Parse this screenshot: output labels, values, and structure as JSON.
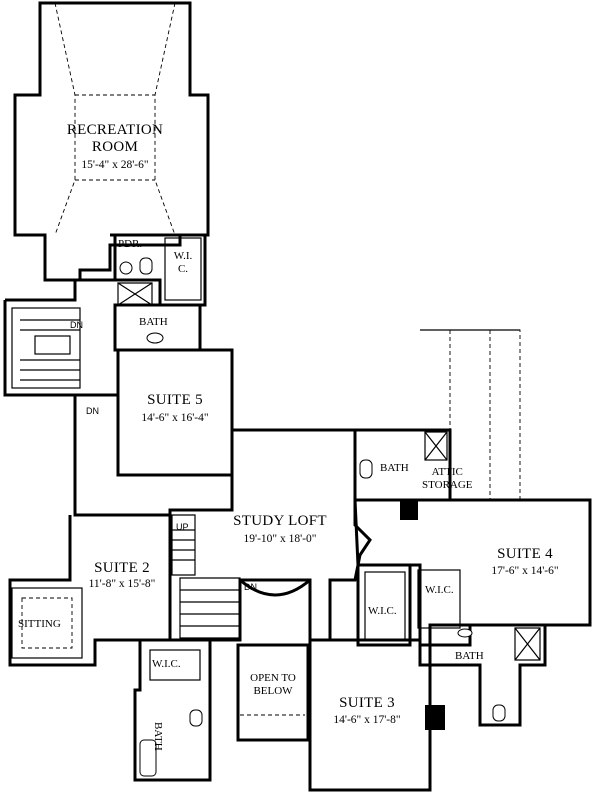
{
  "rooms": {
    "recreation": {
      "name": "RECREATION\nROOM",
      "dim": "15'-4\" x 28'-6\""
    },
    "suite5": {
      "name": "SUITE 5",
      "dim": "14'-6\" x 16'-4\""
    },
    "study_loft": {
      "name": "STUDY LOFT",
      "dim": "19'-10\" x 18'-0\""
    },
    "suite4": {
      "name": "SUITE 4",
      "dim": "17'-6\" x 14'-6\""
    },
    "suite2": {
      "name": "SUITE 2",
      "dim": "11'-8\" x 15'-8\""
    },
    "suite3": {
      "name": "SUITE 3",
      "dim": "14'-6\" x 17'-8\""
    }
  },
  "labels": {
    "pdr": "PDR.",
    "wic": "W.I.C.",
    "bath": "BATH",
    "attic_storage": "ATTIC\nSTORAGE",
    "sitting": "SITTING",
    "open_to_below": "OPEN TO\nBELOW",
    "dn": "DN",
    "up": "UP"
  }
}
